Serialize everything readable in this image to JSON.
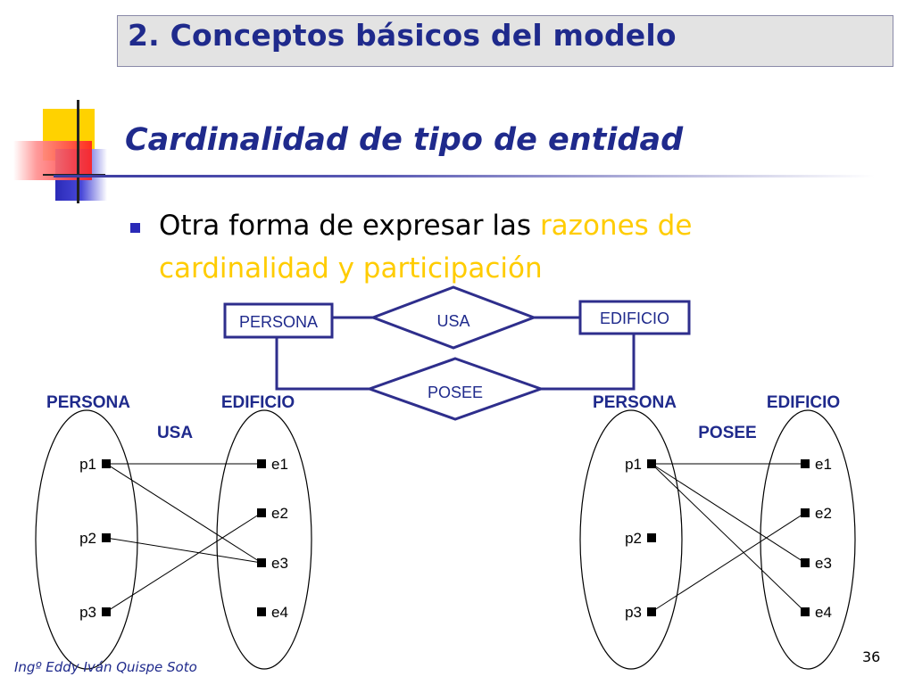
{
  "header": {
    "title": "2. Conceptos básicos del modelo"
  },
  "section": {
    "subtitle": "Cardinalidad de tipo de entidad"
  },
  "bullet": {
    "prefix": "Otra forma de expresar las ",
    "highlight": "razones de cardinalidad y participación"
  },
  "er_diagram": {
    "entity_left": "PERSONA",
    "entity_right": "EDIFICIO",
    "relation_top": "USA",
    "relation_bottom": "POSEE"
  },
  "instance_left": {
    "set_a_label": "PERSONA",
    "set_b_label": "EDIFICIO",
    "relation_label": "USA",
    "set_a_items": [
      "p1",
      "p2",
      "p3"
    ],
    "set_b_items": [
      "e1",
      "e2",
      "e3",
      "e4"
    ],
    "links": [
      [
        "p1",
        "e1"
      ],
      [
        "p1",
        "e3"
      ],
      [
        "p2",
        "e3"
      ],
      [
        "p3",
        "e2"
      ]
    ]
  },
  "instance_right": {
    "set_a_label": "PERSONA",
    "set_b_label": "EDIFICIO",
    "relation_label": "POSEE",
    "set_a_items": [
      "p1",
      "p2",
      "p3"
    ],
    "set_b_items": [
      "e1",
      "e2",
      "e3",
      "e4"
    ],
    "links": [
      [
        "p1",
        "e1"
      ],
      [
        "p1",
        "e3"
      ],
      [
        "p1",
        "e4"
      ],
      [
        "p3",
        "e2"
      ]
    ]
  },
  "footer": {
    "author": "Ingº Eddy Iván Quispe Soto",
    "page_number": "36"
  },
  "colors": {
    "title_blue": "#1f2a8c",
    "highlight_yellow": "#ffcc00",
    "er_stroke": "#2e2e8c"
  }
}
